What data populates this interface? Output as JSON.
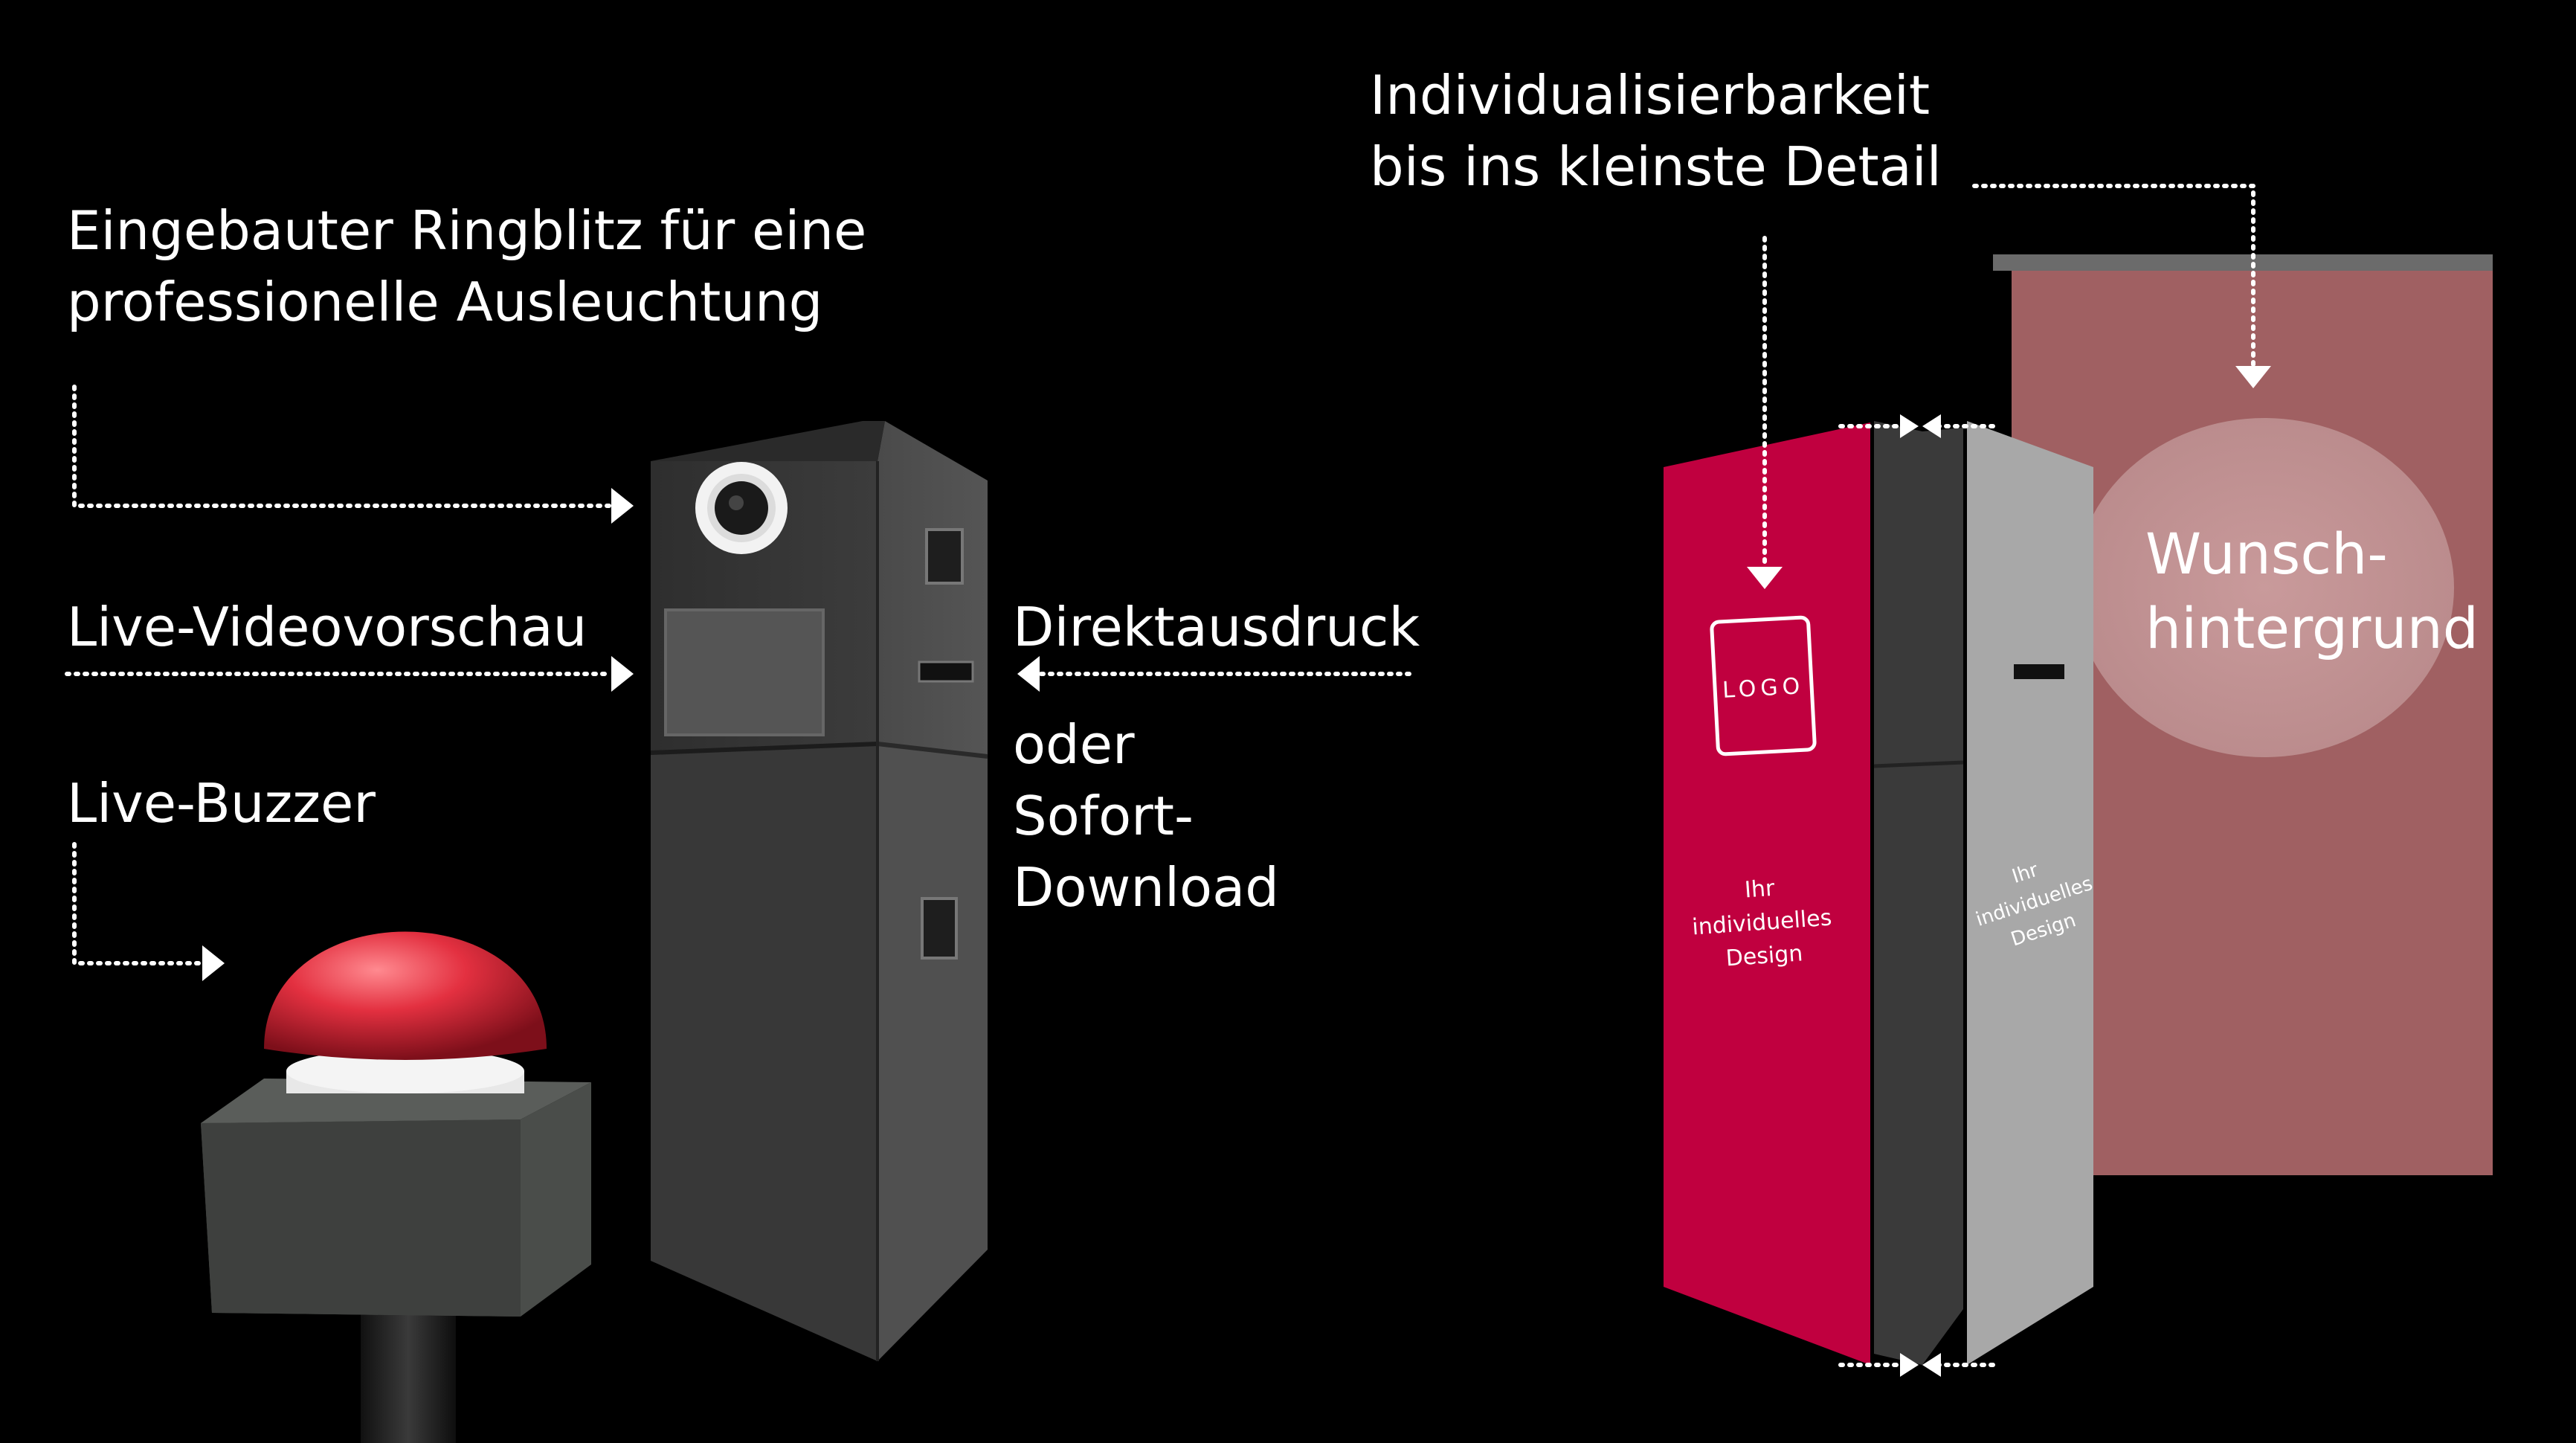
{
  "labels": {
    "ring_flash": {
      "line1": "Eingebauter Ringblitz für eine",
      "line2": "professionelle Ausleuchtung"
    },
    "video_preview": "Live-Videovorschau",
    "buzzer": "Live-Buzzer",
    "print": {
      "line1": "Direktausdruck",
      "line2": "oder",
      "line3": "Sofort-",
      "line4": "Download"
    },
    "customization": {
      "line1": "Individualisierbarkeit",
      "line2": "bis ins kleinste Detail"
    },
    "backdrop": {
      "line1": "Wunsch-",
      "line2": "hintergrund"
    }
  },
  "panel": {
    "logo": "LOGO",
    "design_line1": "Ihr",
    "design_line2": "individuelles",
    "design_line3": "Design"
  },
  "colors": {
    "background": "#000000",
    "panel_red": "#c0003f",
    "backdrop": "#a06062",
    "booth": "#3b3b3b",
    "buzzer_dome": "#e33040"
  }
}
